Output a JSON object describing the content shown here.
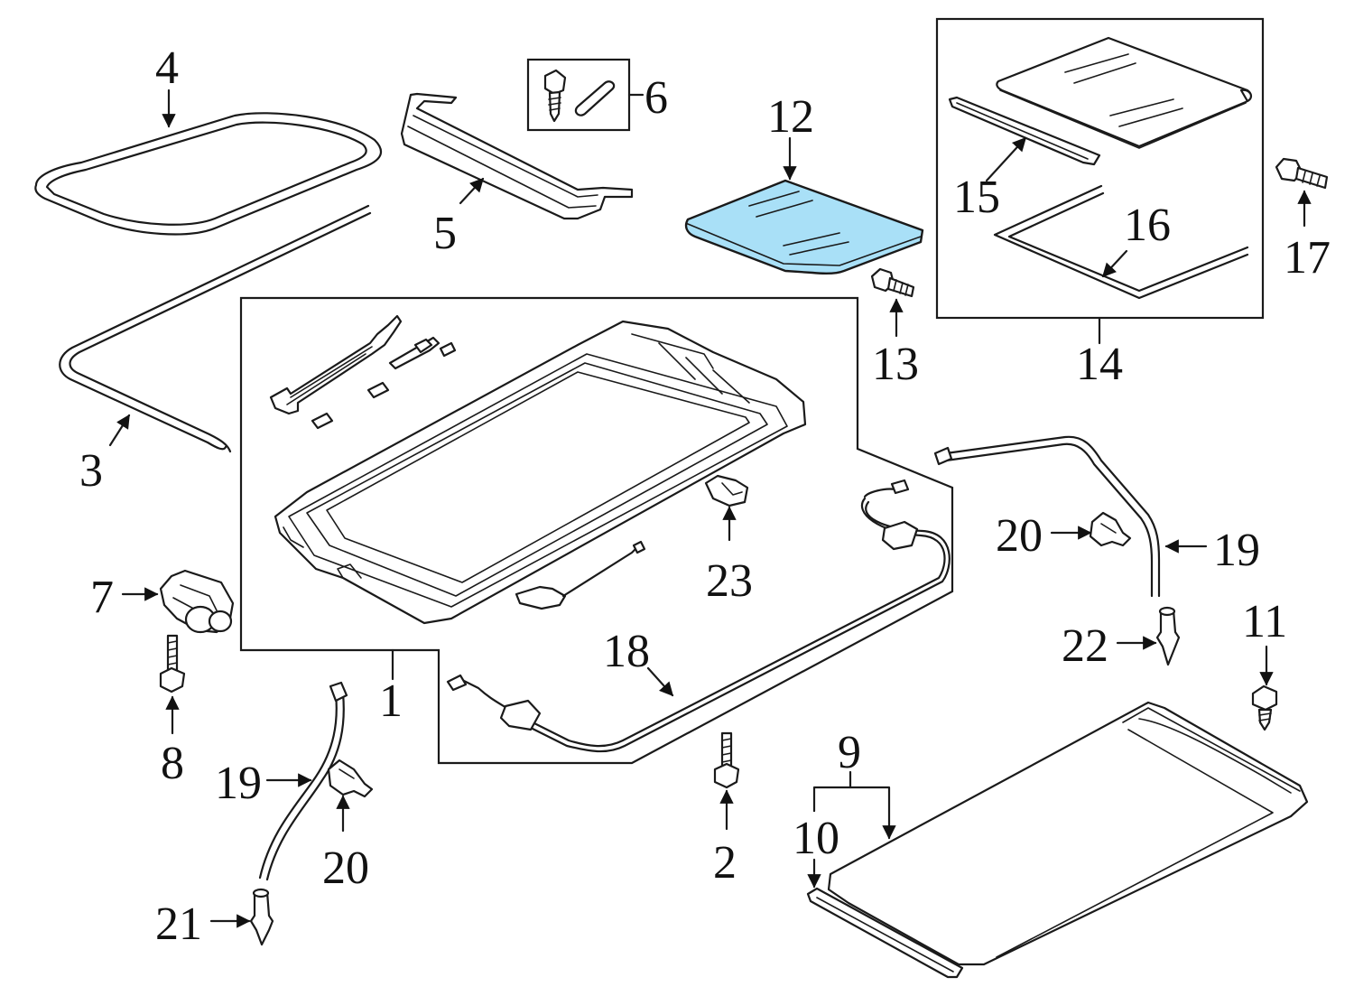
{
  "highlight_color": "#a9e0f7",
  "callouts": {
    "c1": "1",
    "c2": "2",
    "c3": "3",
    "c4": "4",
    "c5": "5",
    "c6": "6",
    "c7": "7",
    "c8": "8",
    "c9": "9",
    "c10": "10",
    "c11": "11",
    "c12": "12",
    "c13": "13",
    "c14": "14",
    "c15": "15",
    "c16": "16",
    "c17": "17",
    "c18": "18",
    "c19a": "19",
    "c19b": "19",
    "c20a": "20",
    "c20b": "20",
    "c21": "21",
    "c22": "22",
    "c23": "23"
  }
}
